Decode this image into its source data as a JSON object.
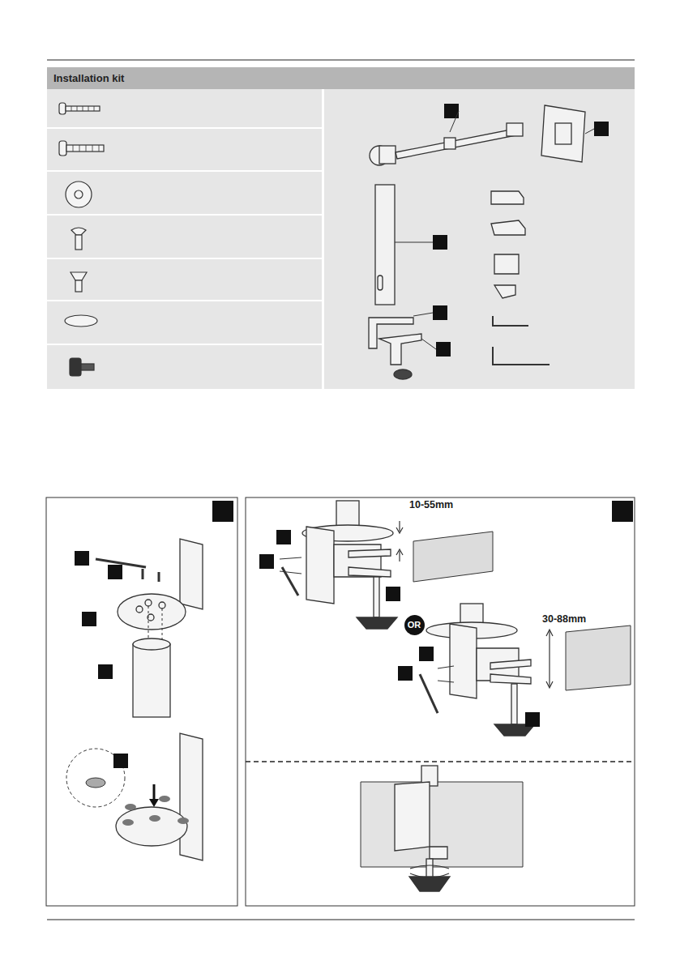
{
  "diagram": {
    "title": "Installation kit",
    "nodes": [
      {
        "text": [
          "OR"
        ]
      }
    ],
    "labels": [
      "10-55mm",
      "30-88mm"
    ]
  }
}
